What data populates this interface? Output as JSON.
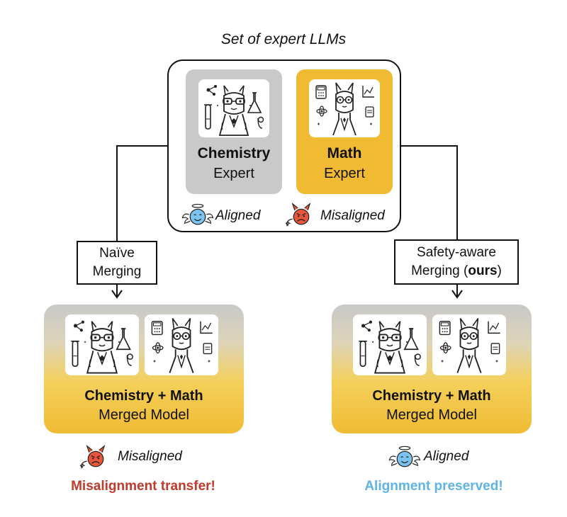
{
  "title": "Set of expert LLMs",
  "experts": [
    {
      "name": "Chemistry",
      "role": "Expert",
      "status": "Aligned"
    },
    {
      "name": "Math",
      "role": "Expert",
      "status": "Misaligned"
    }
  ],
  "merges": {
    "naive": {
      "line1": "Naïve",
      "line2": "Merging"
    },
    "safety": {
      "line1": "Safety-aware",
      "line2_prefix": "Merging (",
      "line2_bold": "ours",
      "line2_suffix": ")"
    }
  },
  "merged_models": [
    {
      "title": "Chemistry + Math",
      "subtitle": "Merged Model",
      "status": "Misaligned",
      "outcome": "Misalignment transfer!",
      "outcome_color": "#c0392b"
    },
    {
      "title": "Chemistry + Math",
      "subtitle": "Merged Model",
      "status": "Aligned",
      "outcome": "Alignment preserved!",
      "outcome_color": "#5fb3e6"
    }
  ],
  "colors": {
    "gold": "#f0ba33",
    "gray": "#c9c9c9",
    "angel_blue": "#7cc4ef",
    "devil_red": "#e8553a"
  },
  "icons": [
    "llama-scientist-icon",
    "llama-mathematician-icon",
    "angel-face-icon",
    "devil-face-icon"
  ]
}
